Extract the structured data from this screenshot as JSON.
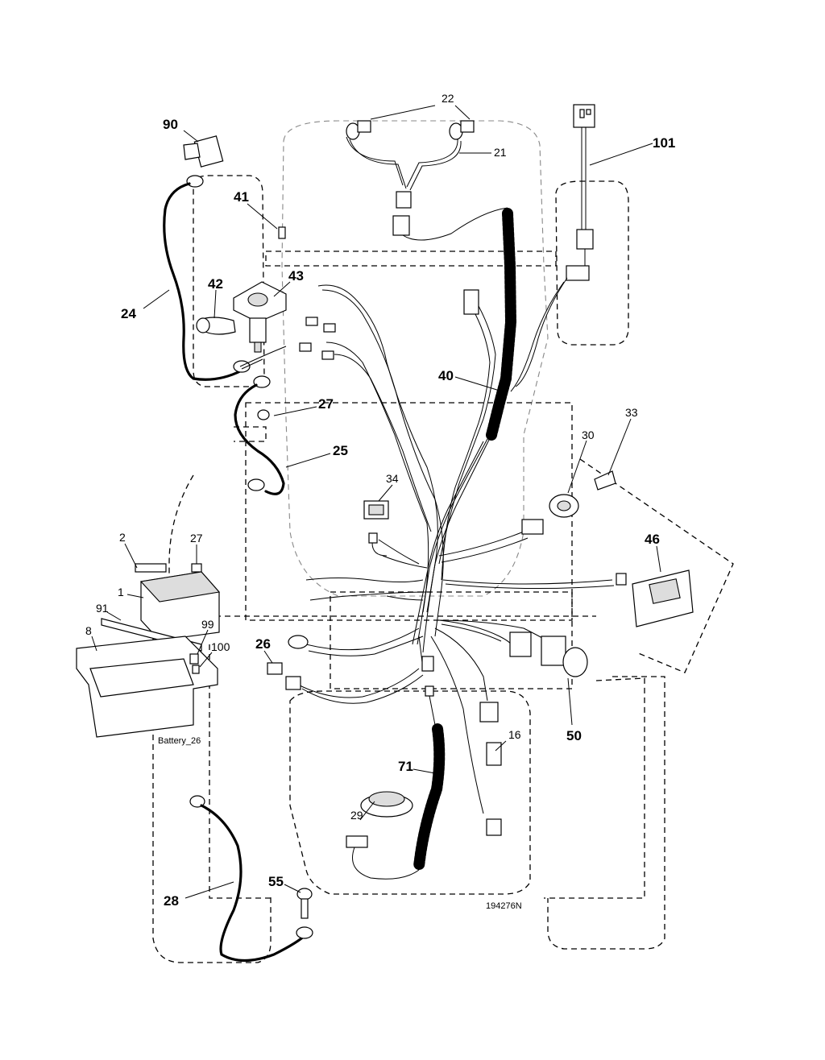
{
  "figure_code": "194276N",
  "battery_tray_text": "Battery_26",
  "callouts": {
    "c90": "90",
    "c22": "22",
    "c21": "21",
    "c101": "101",
    "c41": "41",
    "c42": "42",
    "c43": "43",
    "c24": "24",
    "c40": "40",
    "c27a": "27",
    "c25": "25",
    "c33": "33",
    "c30": "30",
    "c34": "34",
    "c46": "46",
    "c2": "2",
    "c27b": "27",
    "c1": "1",
    "c91": "91",
    "c99": "99",
    "c8": "8",
    "c100": "100",
    "c26": "26",
    "c16": "16",
    "c50": "50",
    "c71": "71",
    "c29": "29",
    "c28": "28",
    "c55": "55"
  }
}
